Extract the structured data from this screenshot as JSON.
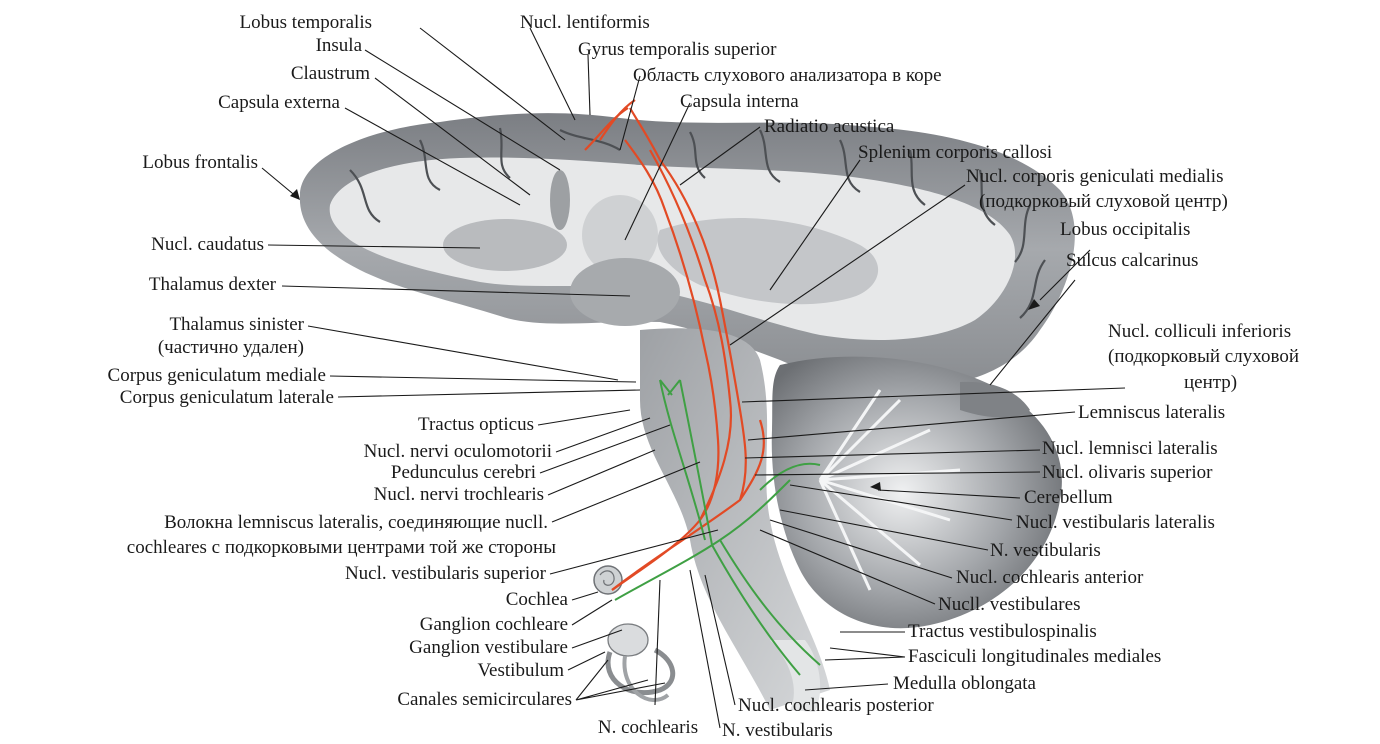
{
  "colors": {
    "auditory_pathway": "#e24a25",
    "vestibular_pathway": "#3fa044",
    "tissue_dark": "#6f7276",
    "tissue_mid": "#a9acb0",
    "tissue_light": "#dcdee0",
    "text": "#1a1a1a"
  },
  "labels": {
    "lobus_temporalis": "Lobus temporalis",
    "insula": "Insula",
    "claustrum": "Claustrum",
    "capsula_externa": "Capsula externa",
    "lobus_frontalis": "Lobus frontalis",
    "nucl_caudatus": "Nucl. caudatus",
    "thalamus_dexter": "Thalamus dexter",
    "thalamus_sinister_1": "Thalamus sinister",
    "thalamus_sinister_2": "(частично удален)",
    "corpus_gen_mediale": "Corpus geniculatum mediale",
    "corpus_gen_laterale": "Corpus geniculatum laterale",
    "tractus_opticus": "Tractus opticus",
    "nucl_oculomotorii": "Nucl. nervi oculomotorii",
    "pedunculus": "Pedunculus cerebri",
    "nucl_trochlearis": "Nucl. nervi trochlearis",
    "fibers_1": "Волокна lemniscus lateralis, соединяющие nucll.",
    "fibers_2": "cochleares с подкорковыми центрами той же стороны",
    "nucl_vest_superior": "Nucl. vestibularis superior",
    "cochlea": "Cochlea",
    "ganglion_cochleare": "Ganglion cochleare",
    "ganglion_vestibulare": "Ganglion vestibulare",
    "vestibulum": "Vestibulum",
    "canales": "Canales semicirculares",
    "n_cochlearis": "N. cochlearis",
    "nucl_lentiformis": "Nucl. lentiformis",
    "gyrus_temp_sup": "Gyrus temporalis superior",
    "oblast": "Область слухового анализатора в коре",
    "capsula_interna": "Capsula interna",
    "radiatio": "Radiatio acustica",
    "splenium": "Splenium corporis callosi",
    "nucl_gen_med_1": "Nucl. corporis geniculati medialis",
    "nucl_gen_med_2": "(подкорковый слуховой центр)",
    "lobus_occipitalis": "Lobus occipitalis",
    "sulcus_calcarinus": "Sulcus calcarinus",
    "nucl_coll_inf_1": "Nucl. colliculi inferioris",
    "nucl_coll_inf_2": "(подкорковый слуховой",
    "nucl_coll_inf_3": "центр)",
    "lemniscus_lat": "Lemniscus lateralis",
    "nucl_lemnisci": "Nucl. lemnisci lateralis",
    "nucl_olivaris": "Nucl. olivaris superior",
    "cerebellum": "Cerebellum",
    "nucl_vest_lat": "Nucl. vestibularis lateralis",
    "n_vestibularis_r": "N. vestibularis",
    "nucl_coch_ant": "Nucl. cochlearis anterior",
    "nucll_vest": "Nucll. vestibulares",
    "tractus_vs": "Tractus vestibulospinalis",
    "fasciculi": "Fasciculi longitudinales mediales",
    "medulla": "Medulla oblongata",
    "nucl_coch_post": "Nucl. cochlearis posterior",
    "n_vestibularis_b": "N. vestibularis"
  }
}
